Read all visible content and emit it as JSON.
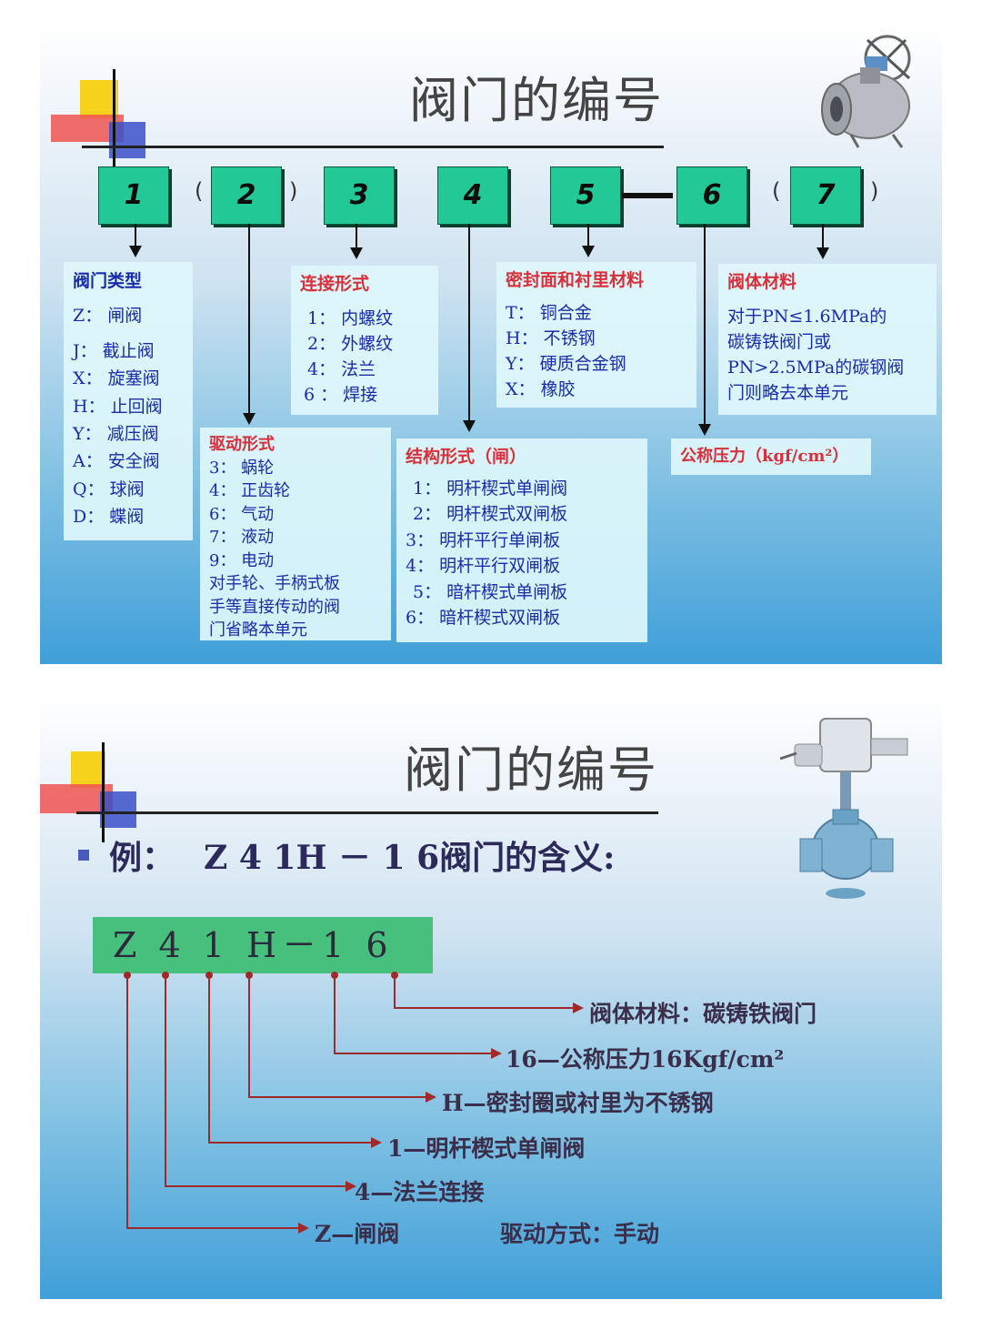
{
  "slide1": {
    "title": "阀门的编号",
    "boxes": [
      "1",
      "2",
      "3",
      "4",
      "5",
      "6",
      "7"
    ],
    "paren_open": "(",
    "paren_close": ")",
    "valve_type": {
      "heading": "阀门类型",
      "items": [
        "Z：  闸阀",
        "J：  截止阀",
        "X：  旋塞阀",
        "H：  止回阀",
        "Y：  减压阀",
        "A：  安全阀",
        "Q：  球阀",
        "D：  蝶阀"
      ]
    },
    "drive": {
      "heading": "驱动形式",
      "items": [
        "3：  蜗轮",
        "4：  正齿轮",
        "6：  气动",
        "7：  液动",
        "9：  电动",
        "对手轮、手柄式板",
        "手等直接传动的阀",
        "门省略本单元"
      ]
    },
    "connection": {
      "heading": "连接形式",
      "items": [
        "1：  内螺纹",
        "2：  外螺纹",
        "4：  法兰",
        "6 ：  焊接"
      ]
    },
    "structure": {
      "heading": "结构形式（闸）",
      "items": [
        "1：  明杆楔式单闸阀",
        "2：  明杆楔式双闸板",
        "3：  明杆平行单闸板",
        "4：  明杆平行双闸板",
        "5：  暗杆楔式单闸板",
        "6：  暗杆楔式双闸板"
      ]
    },
    "seal": {
      "heading": "密封面和衬里材料",
      "items": [
        "T：  铜合金",
        "H：  不锈钢",
        "Y：  硬质合金钢",
        "X：  橡胶"
      ]
    },
    "pressure": {
      "heading": "公称压力（kgf/cm²）"
    },
    "body": {
      "heading": "阀体材料",
      "items": [
        "对于PN≤1.6MPa的",
        "碳铸铁阀门或",
        "PN>2.5MPa的碳钢阀",
        "门则略去本单元"
      ]
    }
  },
  "slide2": {
    "title": "阀门的编号",
    "example_prefix": "例：",
    "example_code": "Z 4 1H － 1 6阀门的含义:",
    "code_bar": "Z 4 1 H－1 6",
    "labels": [
      "阀体材料：碳铸铁阀门",
      "16—公称压力16Kgf/cm²",
      "H—密封圈或衬里为不锈钢",
      "1—明杆楔式单闸阀",
      "4—法兰连接",
      "Z—闸阀",
      "驱动方式：手动"
    ]
  },
  "colors": {
    "box_green": "#22c896",
    "arrow_red": "#a02a2a",
    "heading_red": "#d8303a",
    "text_blue": "#1a2ca8"
  }
}
